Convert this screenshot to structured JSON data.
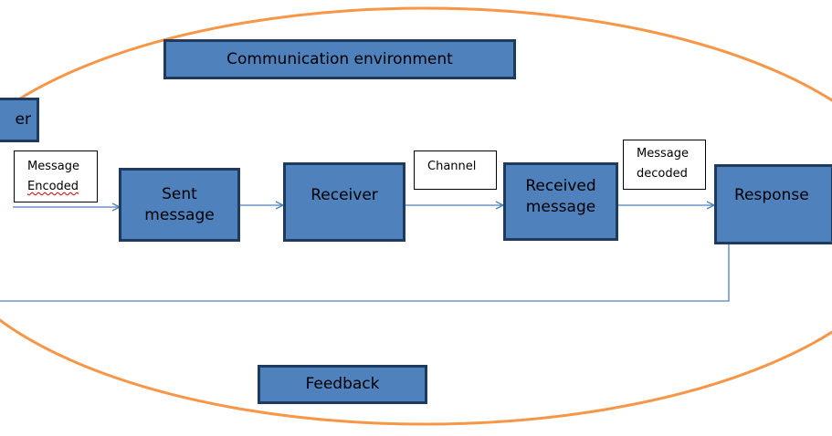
{
  "colors": {
    "environment_ellipse": "#f79646",
    "box_fill": "#4f81bd",
    "box_border": "#1f3a5f",
    "connector": "#4f81bd"
  },
  "environment": {
    "title": "Communication environment"
  },
  "nodes": {
    "sender_partial": "er",
    "sent_message": [
      "Sent",
      "message"
    ],
    "receiver": "Receiver",
    "received_message": [
      "Received",
      "message"
    ],
    "response": "Response",
    "feedback": "Feedback"
  },
  "labels": {
    "message_encoded": [
      "Message",
      "Encoded"
    ],
    "channel": "Channel",
    "message_decoded": [
      "Message",
      "decoded"
    ]
  }
}
